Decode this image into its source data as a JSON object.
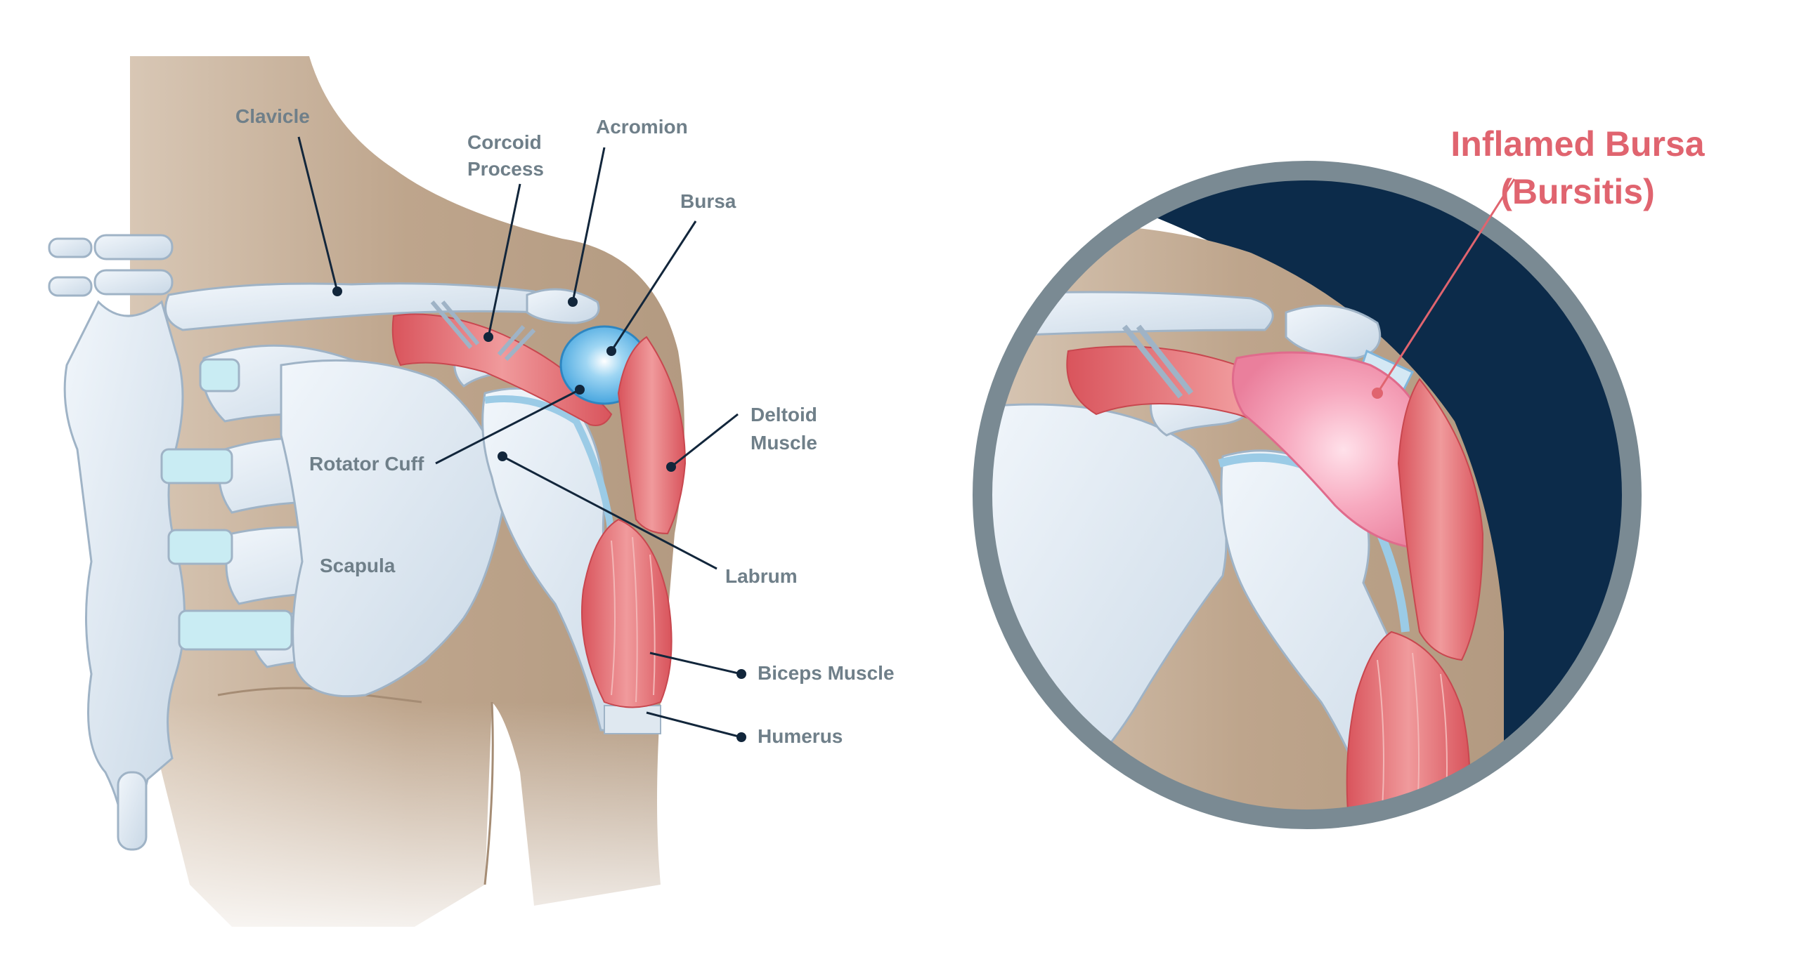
{
  "labels": {
    "clavicle": "Clavicle",
    "coracoid_line1": "Corcoid",
    "coracoid_line2": "Process",
    "acromion": "Acromion",
    "bursa": "Bursa",
    "deltoid_line1": "Deltoid",
    "deltoid_line2": "Muscle",
    "rotator_cuff": "Rotator Cuff",
    "scapula": "Scapula",
    "labrum": "Labrum",
    "biceps": "Biceps Muscle",
    "humerus": "Humerus"
  },
  "inset": {
    "title_line1": "Inflamed Bursa",
    "title_line2": "(Bursitis)"
  },
  "colors": {
    "label_gray": "#6f7f89",
    "leader_line": "#12263b",
    "callout_red": "#e0646f",
    "skin": "#bfa68d",
    "bone": "#dce7f1",
    "muscle": "#e2747a",
    "bursa_blue": "#5fb5e8",
    "inflamed_pink": "#f39bb4",
    "navy_bg": "#0c2b4a",
    "ring": "#7a8a93"
  }
}
